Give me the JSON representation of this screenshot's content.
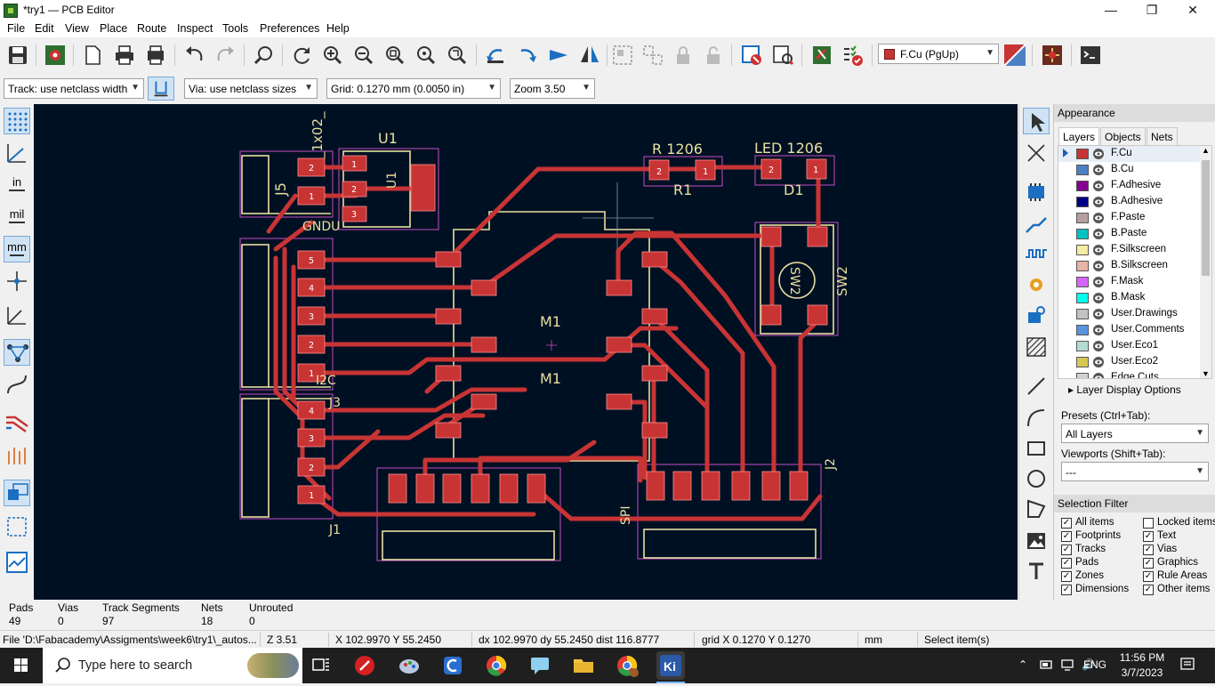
{
  "window": {
    "title": "*try1 — PCB Editor"
  },
  "menu": [
    "File",
    "Edit",
    "View",
    "Place",
    "Route",
    "Inspect",
    "Tools",
    "Preferences",
    "Help"
  ],
  "toolbar": {
    "active_layer": "F.Cu (PgUp)"
  },
  "toolbar2": {
    "track": "Track: use netclass width",
    "via": "Via: use netclass sizes",
    "grid": "Grid: 0.1270 mm (0.0050 in)",
    "zoom": "Zoom 3.50"
  },
  "left_toolbar": {
    "units_in": "in",
    "units_mil": "mil",
    "units_mm": "mm"
  },
  "pcb": {
    "labels": {
      "u1": "U1",
      "u1_side": "U1",
      "j5": "J5",
      "hdr": "_1x02_",
      "r_value": "R 1206",
      "r_ref": "R1",
      "led_value": "LED 1206",
      "led_ref": "D1",
      "sw_ref": "SW2",
      "sw_body": "SW2",
      "m1_top": "M1",
      "m1_bottom": "M1",
      "j2": "J2",
      "j1": "J1",
      "j3": "J3",
      "spi": "SPI",
      "i2c": "I2C",
      "pin_label": "GNDU"
    }
  },
  "appearance": {
    "header": "Appearance",
    "tabs": [
      "Layers",
      "Objects",
      "Nets"
    ],
    "layers": [
      {
        "name": "F.Cu",
        "color": "#c83434"
      },
      {
        "name": "B.Cu",
        "color": "#4d7fc4"
      },
      {
        "name": "F.Adhesive",
        "color": "#84008f"
      },
      {
        "name": "B.Adhesive",
        "color": "#000085"
      },
      {
        "name": "F.Paste",
        "color": "#b4a09e"
      },
      {
        "name": "B.Paste",
        "color": "#00c2c2"
      },
      {
        "name": "F.Silkscreen",
        "color": "#f2eda1"
      },
      {
        "name": "B.Silkscreen",
        "color": "#e8b2a7"
      },
      {
        "name": "F.Mask",
        "color": "#d864ff"
      },
      {
        "name": "B.Mask",
        "color": "#02ffee"
      },
      {
        "name": "User.Drawings",
        "color": "#c2c2c2"
      },
      {
        "name": "User.Comments",
        "color": "#5994dc"
      },
      {
        "name": "User.Eco1",
        "color": "#b4dbd2"
      },
      {
        "name": "User.Eco2",
        "color": "#d8c852"
      },
      {
        "name": "Edge.Cuts",
        "color": "#d0d2cd"
      }
    ],
    "layer_display_options": "Layer Display Options",
    "presets_label": "Presets (Ctrl+Tab):",
    "presets_value": "All Layers",
    "viewports_label": "Viewports (Shift+Tab):",
    "viewports_value": "---"
  },
  "selection_filter": {
    "header": "Selection Filter",
    "items": [
      {
        "label": "All items",
        "checked": true
      },
      {
        "label": "Locked items",
        "checked": false
      },
      {
        "label": "Footprints",
        "checked": true
      },
      {
        "label": "Text",
        "checked": true
      },
      {
        "label": "Tracks",
        "checked": true
      },
      {
        "label": "Vias",
        "checked": true
      },
      {
        "label": "Pads",
        "checked": true
      },
      {
        "label": "Graphics",
        "checked": true
      },
      {
        "label": "Zones",
        "checked": true
      },
      {
        "label": "Rule Areas",
        "checked": true
      },
      {
        "label": "Dimensions",
        "checked": true
      },
      {
        "label": "Other items",
        "checked": true
      }
    ]
  },
  "stats": [
    {
      "label": "Pads",
      "value": "49"
    },
    {
      "label": "Vias",
      "value": "0"
    },
    {
      "label": "Track Segments",
      "value": "97"
    },
    {
      "label": "Nets",
      "value": "18"
    },
    {
      "label": "Unrouted",
      "value": "0"
    }
  ],
  "statusbar": {
    "file": "File 'D:\\Fabacademy\\Assigments\\week6\\try1\\_autos...",
    "zoom": "Z 3.51",
    "xy": "X 102.9970  Y 55.2450",
    "delta": "dx 102.9970  dy 55.2450  dist 116.8777",
    "grid": "grid X 0.1270  Y 0.1270",
    "units": "mm",
    "message": "Select item(s)"
  },
  "taskbar": {
    "search_placeholder": "Type here to search",
    "lang": "ENG",
    "time": "11:56 PM",
    "date": "3/7/2023"
  }
}
